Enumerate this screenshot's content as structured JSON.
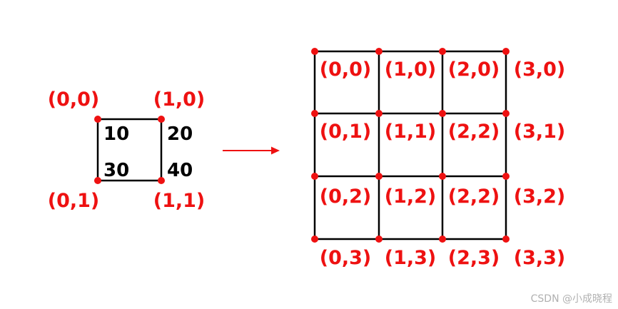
{
  "colors": {
    "accent": "#ee1111",
    "line": "#000000",
    "watermark": "#b0b0b0"
  },
  "small_grid": {
    "corner_labels": [
      "(0,0)",
      "(1,0)",
      "(0,1)",
      "(1,1)"
    ],
    "values": [
      "10",
      "20",
      "30",
      "40"
    ]
  },
  "big_grid": {
    "rows": [
      [
        "(0,0)",
        "(1,0)",
        "(2,0)",
        "(3,0)"
      ],
      [
        "(0,1)",
        "(1,1)",
        "(2,2)",
        "(3,1)"
      ],
      [
        "(0,2)",
        "(1,2)",
        "(2,2)",
        "(3,2)"
      ],
      [
        "(0,3)",
        "(1,3)",
        "(2,3)",
        "(3,3)"
      ]
    ]
  },
  "watermark": "CSDN @小成晓程"
}
